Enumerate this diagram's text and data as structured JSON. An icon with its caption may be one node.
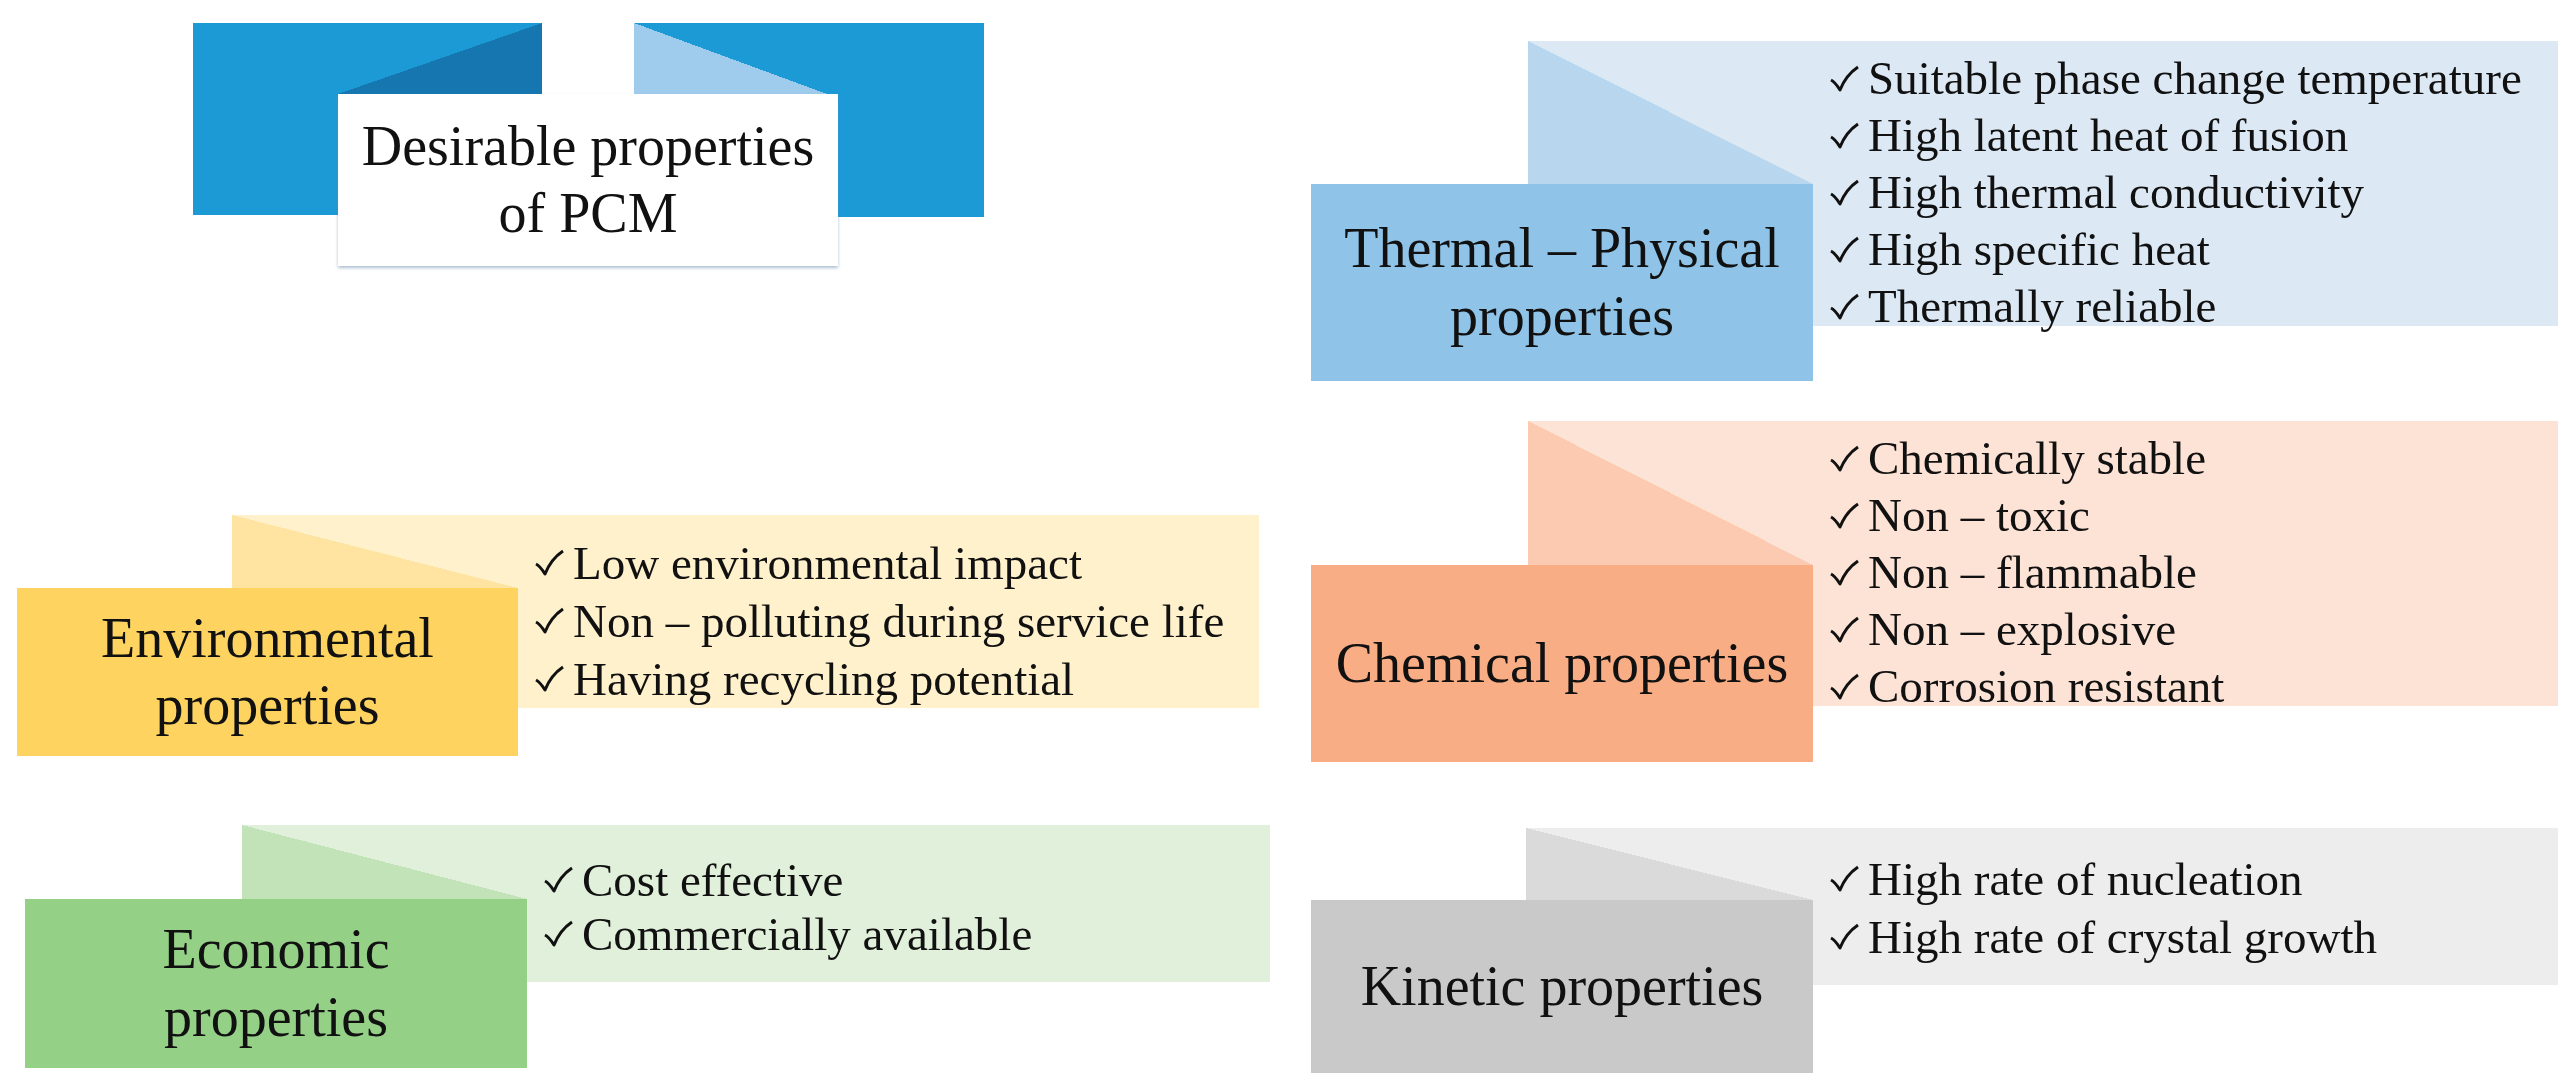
{
  "diagram": {
    "nodes": [
      {
        "text": [
          "Desirable properties of PCM"
        ]
      },
      {
        "text": [],
        "shape": "box"
      },
      {
        "text": [],
        "shape": "triangle"
      },
      {
        "text": [],
        "shape": "triangle"
      },
      {
        "text": [],
        "shape": "box"
      },
      {
        "text": [
          "Thermal – Physical properties"
        ]
      },
      {
        "text": [],
        "shape": "triangle"
      },
      {
        "text": [
          "Suitable phase change temperature",
          "High latent heat of fusion",
          "High thermal conductivity",
          "High specific heat",
          "Thermally reliable"
        ]
      },
      {
        "text": [
          "Environmental properties"
        ]
      },
      {
        "text": [],
        "shape": "triangle"
      },
      {
        "text": [
          "Low environmental impact",
          "Non – polluting during service life",
          "Having recycling potential"
        ]
      },
      {
        "text": [
          "Chemical properties"
        ]
      },
      {
        "text": [],
        "shape": "triangle"
      },
      {
        "text": [
          "Chemically stable",
          "Non – toxic",
          "Non – flammable",
          "Non – explosive",
          "Corrosion resistant"
        ]
      },
      {
        "text": [
          "Economic properties"
        ]
      },
      {
        "text": [],
        "shape": "triangle"
      },
      {
        "text": [
          "Cost effective",
          "Commercially available"
        ]
      },
      {
        "text": [
          "Kinetic properties"
        ]
      },
      {
        "text": [],
        "shape": "triangle"
      },
      {
        "text": [
          "High rate of nucleation",
          "High rate of crystal growth"
        ]
      }
    ]
  }
}
